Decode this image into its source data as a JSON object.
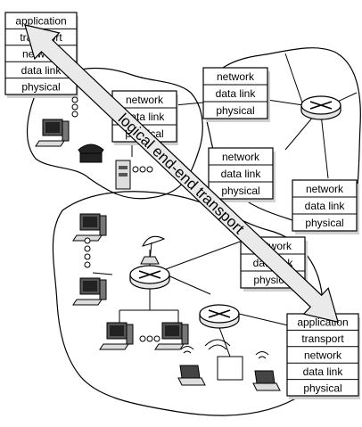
{
  "arrow_label": "logical end-end transport",
  "stacks": {
    "source_host": [
      "application",
      "transport",
      "network",
      "data link",
      "physical"
    ],
    "dest_host": [
      "application",
      "transport",
      "network",
      "data link",
      "physical"
    ],
    "router_left_top": [
      "network",
      "data link",
      "physical"
    ],
    "router_upper_right": [
      "network",
      "data link",
      "physical"
    ],
    "router_middle": [
      "network",
      "data link",
      "physical"
    ],
    "router_right": [
      "network",
      "data link",
      "physical"
    ],
    "router_lower": [
      "network",
      "data link",
      "physical"
    ]
  }
}
